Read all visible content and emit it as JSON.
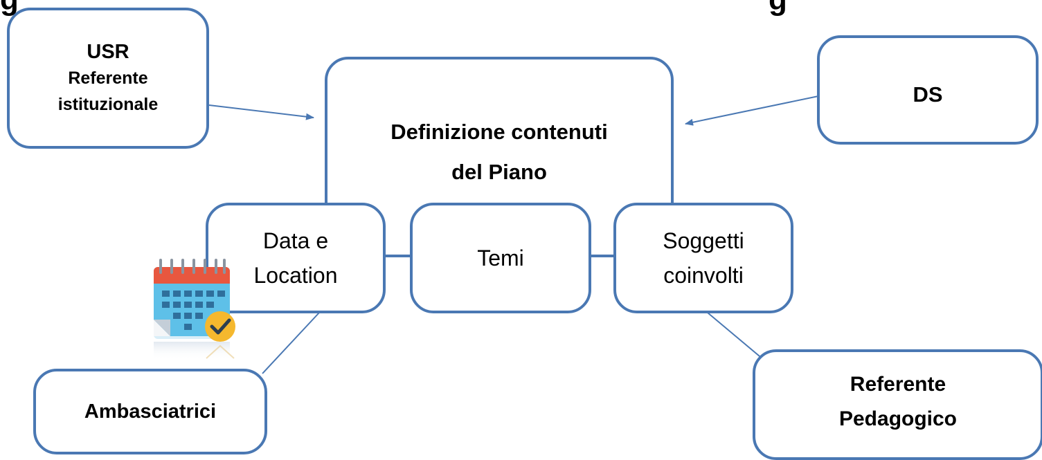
{
  "title_fragments": [
    "g",
    "g"
  ],
  "nodes": {
    "usr": {
      "line1": "USR",
      "line2": "Referente",
      "line3": "istituzionale"
    },
    "ds": {
      "label": "DS"
    },
    "center": {
      "line1": "Definizione contenuti",
      "line2": "del Piano"
    },
    "data_location": {
      "line1": "Data e",
      "line2": "Location"
    },
    "temi": {
      "label": "Temi"
    },
    "soggetti": {
      "line1": "Soggetti",
      "line2": "coinvolti"
    },
    "ambasciatrici": {
      "label": "Ambasciatrici"
    },
    "referente_ped": {
      "line1": "Referente",
      "line2": "Pedagogico"
    }
  },
  "colors": {
    "box_border": "#4a78b3",
    "connector": "#4a78b3"
  },
  "icons": [
    "calendar-check-icon"
  ]
}
